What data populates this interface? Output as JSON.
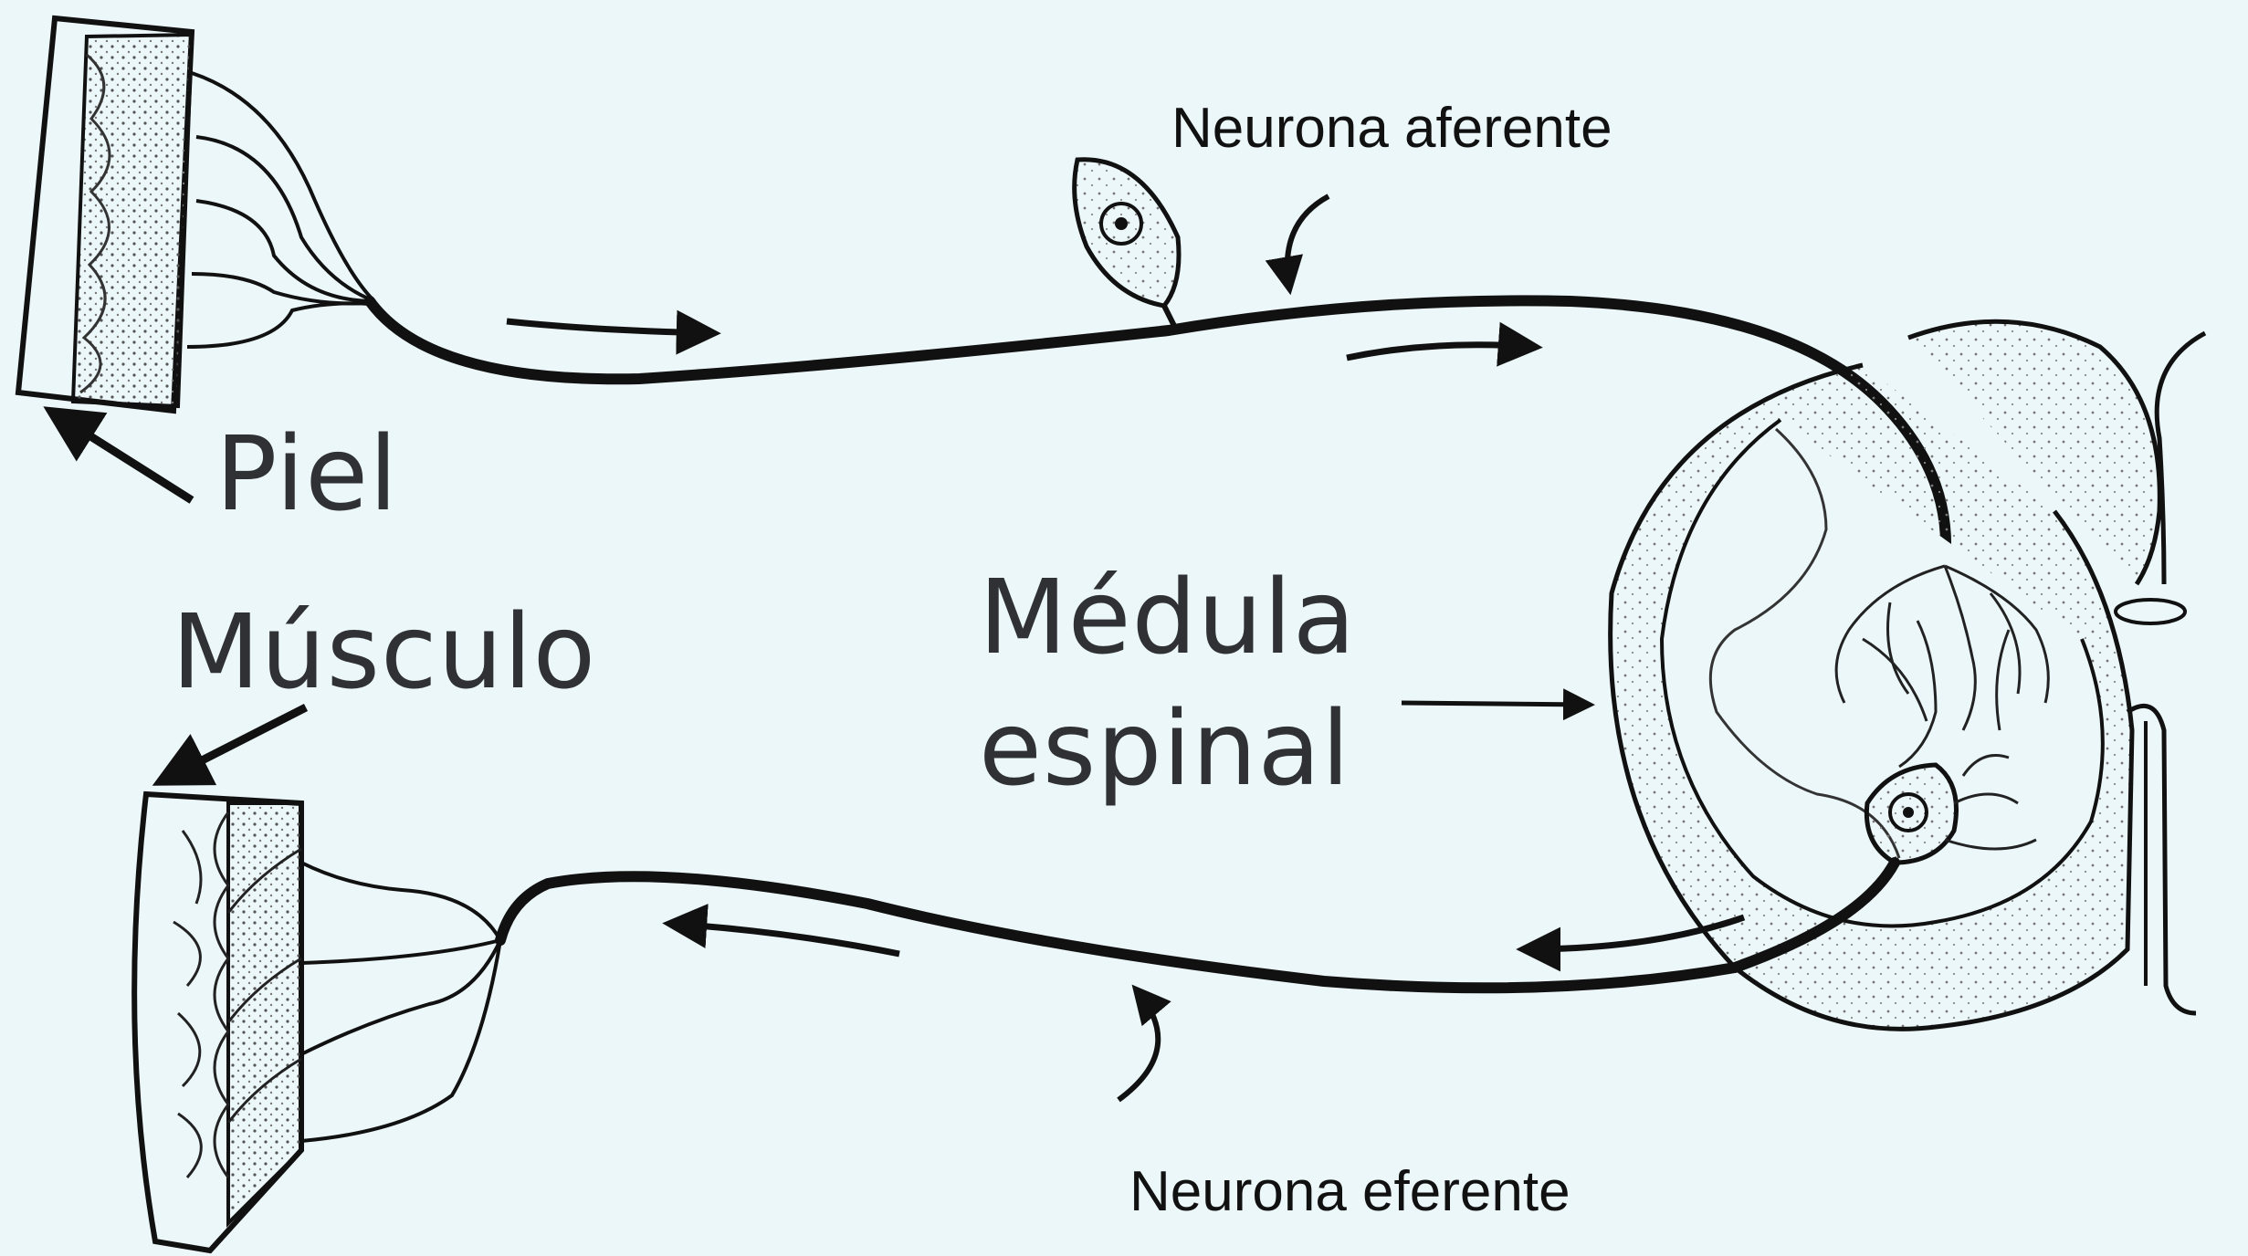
{
  "labels": {
    "piel": "Piel",
    "musculo": "Músculo",
    "medula_line1": "Médula",
    "medula_line2": "espinal",
    "neurona_aferente": "Neurona aferente",
    "neurona_eferente": "Neurona eferente"
  },
  "colors": {
    "background": "#ecf7fa",
    "ink": "#111111",
    "label_text": "#2f3134"
  }
}
